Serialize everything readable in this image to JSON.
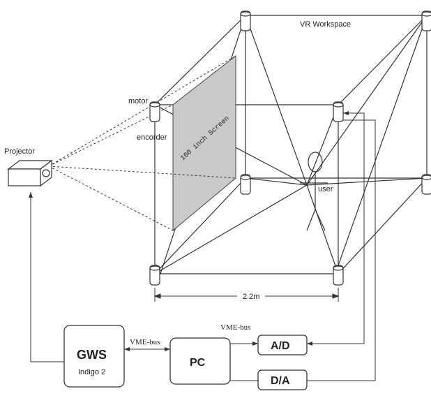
{
  "labels": {
    "workspace": "VR Workspace",
    "motor": "motor",
    "encoder": "encorder",
    "projector": "Projector",
    "screen": "100 inch Screen",
    "user": "user",
    "dimension": "2.2m",
    "vme_bus_top": "VME-bus",
    "vme_bus_left": "VME-bus"
  },
  "boxes": {
    "gws_title": "GWS",
    "gws_sub": "Indigo 2",
    "pc": "PC",
    "ad": "A/D",
    "da": "D/A"
  },
  "colors": {
    "line": "#333333",
    "screen_fill": "#c9c9c9"
  }
}
